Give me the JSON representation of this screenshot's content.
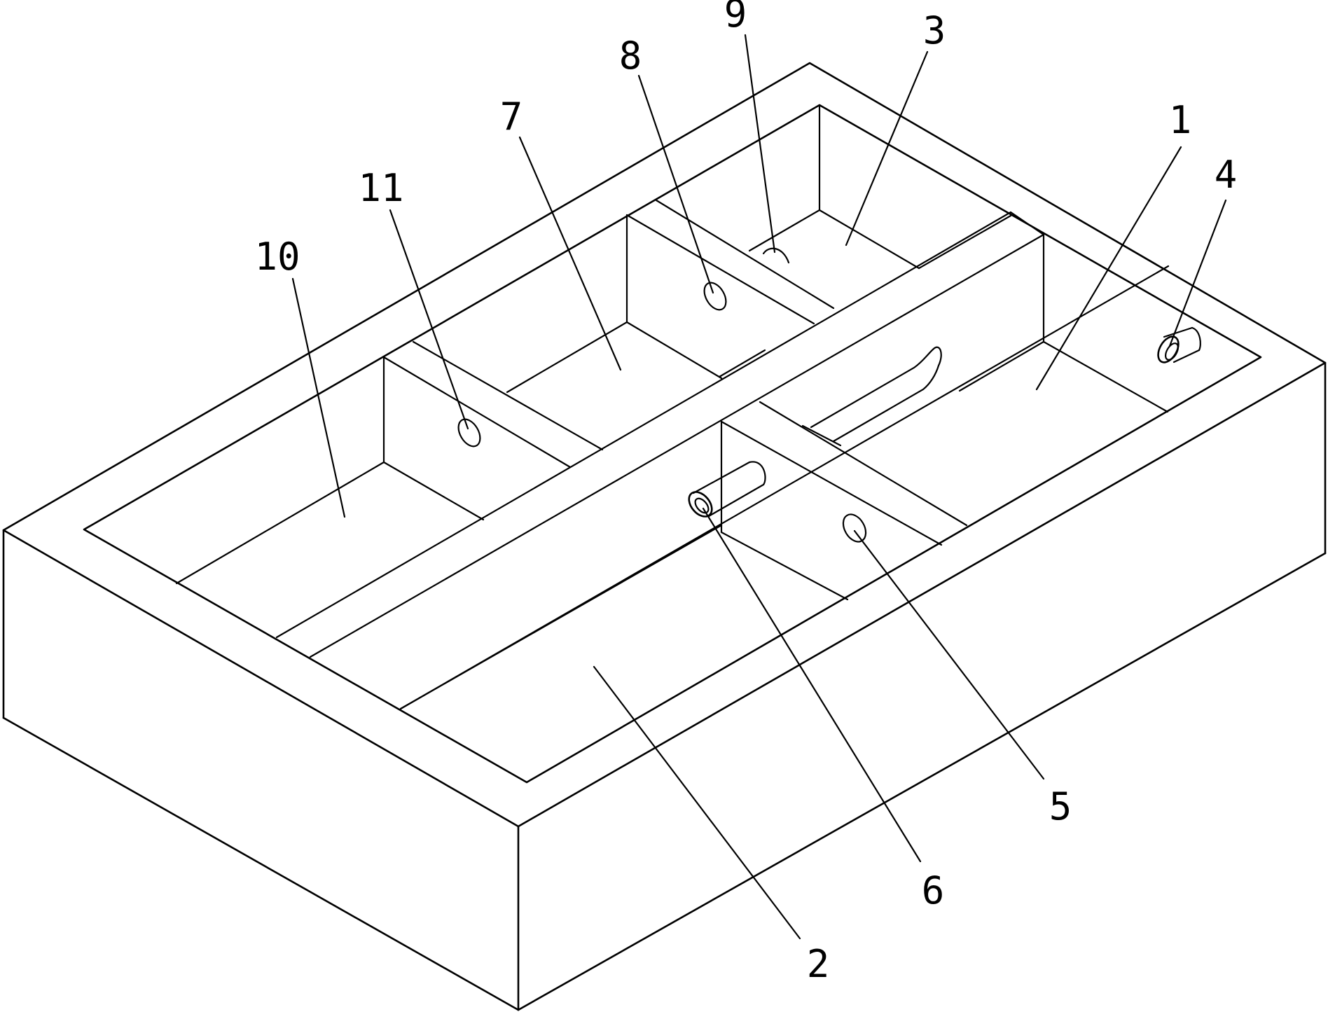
{
  "labels": {
    "part_1": "1",
    "part_2": "2",
    "part_3": "3",
    "part_4": "4",
    "part_5": "5",
    "part_6": "6",
    "part_7": "7",
    "part_8": "8",
    "part_9": "9",
    "part_10": "10",
    "part_11": "11"
  },
  "colors": {
    "line": "#000000",
    "background": "#ffffff"
  }
}
